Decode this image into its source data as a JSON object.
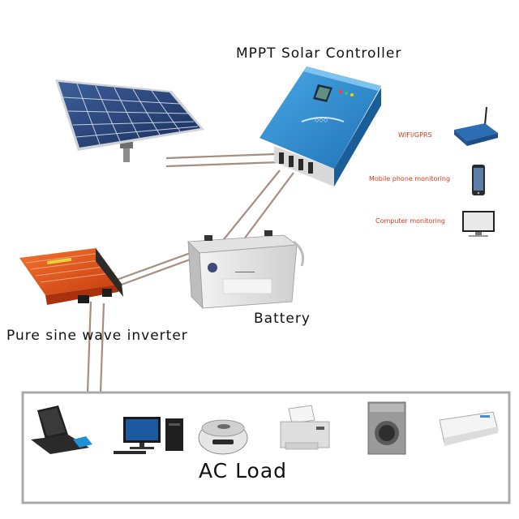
{
  "labels": {
    "controller": "MPPT Solar Controller",
    "battery": "Battery",
    "inverter": "Pure sine wave inverter",
    "ac_load": "AC Load"
  },
  "monitoring": {
    "wifi": "WIFI/GPRS",
    "mobile": "Mobile phone monitoring",
    "computer": "Computer monitoring"
  },
  "colors": {
    "controller_blue": "#2d8fd1",
    "inverter_orange": "#e8501a",
    "monitor_label": "#d23a1a",
    "wire": "#a58e7f",
    "frame": "#a9a9a9"
  },
  "icons": {
    "solar_panel": "solar-panel-icon",
    "controller": "mppt-controller-icon",
    "battery": "battery-icon",
    "inverter": "inverter-icon",
    "router": "router-icon",
    "phone": "phone-icon",
    "computer": "computer-monitor-icon",
    "laptop": "laptop-icon",
    "desktop": "desktop-pc-icon",
    "rice_cooker": "rice-cooker-icon",
    "printer": "printer-icon",
    "washer": "washing-machine-icon",
    "ac_unit": "air-conditioner-icon"
  }
}
